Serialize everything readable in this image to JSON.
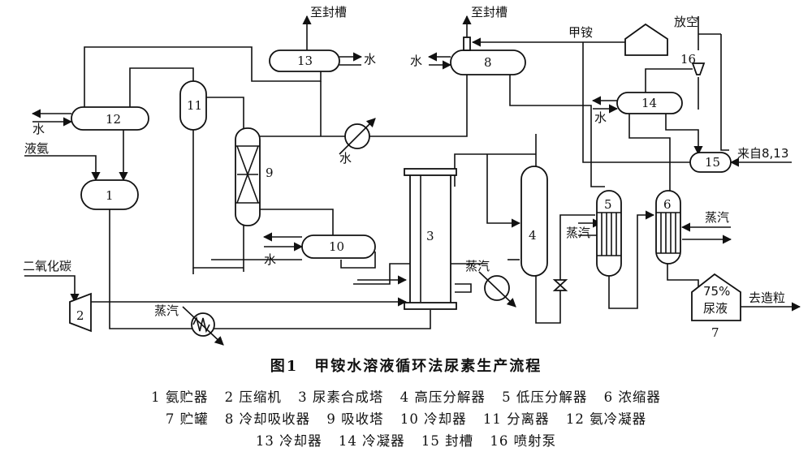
{
  "figure": {
    "title": "图1　甲铵水溶液循环法尿素生产流程",
    "legend": [
      [
        "1 氨贮器",
        "2 压缩机",
        "3 尿素合成塔",
        "4 高压分解器",
        "5 低压分解器",
        "6 浓缩器"
      ],
      [
        "7 贮罐",
        "8 冷却吸收器",
        "9 吸收塔",
        "10 冷却器",
        "11 分离器",
        "12 氨冷凝器"
      ],
      [
        "13 冷却器",
        "14 冷凝器",
        "15 封槽",
        "16 喷射泵"
      ]
    ]
  },
  "equipment_numbers": {
    "e1": "1",
    "e2": "2",
    "e3": "3",
    "e4": "4",
    "e5": "5",
    "e6": "6",
    "e7": "7",
    "e8": "8",
    "e9": "9",
    "e10": "10",
    "e11": "11",
    "e12": "12",
    "e13": "13",
    "e14": "14",
    "e15": "15",
    "e16": "16"
  },
  "stream_labels": {
    "to_seal_tank_1": "至封槽",
    "to_seal_tank_2": "至封槽",
    "carbamate": "甲铵",
    "vent": "放空",
    "water_13": "水",
    "water_8": "水",
    "water_12": "水",
    "water_hx": "水",
    "water_10": "水",
    "water_14": "水",
    "liquid_ammonia": "液氨",
    "co2": "二氧化碳",
    "steam_preheat": "蒸汽",
    "steam_hp": "蒸汽",
    "steam_lp": "蒸汽",
    "steam_conc": "蒸汽",
    "from_8_13": "来自8,13",
    "urea_pct": "75%",
    "urea_solution": "尿液",
    "to_prilling": "去造粒"
  }
}
